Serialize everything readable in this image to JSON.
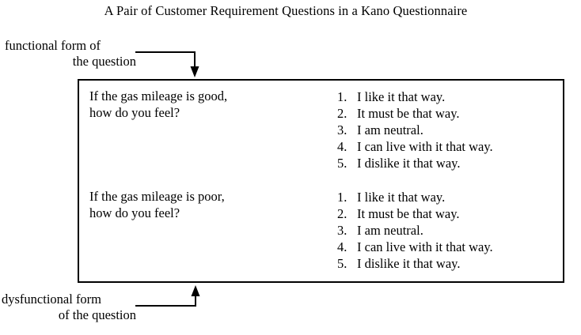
{
  "figure": {
    "title": "A Pair of Customer Requirement Questions in a Kano Questionnaire"
  },
  "annotations": {
    "functional": {
      "line1": "functional form of",
      "line2": "the question",
      "arrow_direction": "down"
    },
    "dysfunctional": {
      "line1": "dysfunctional form",
      "line2": "of the question",
      "arrow_direction": "up"
    }
  },
  "table": {
    "rows": [
      {
        "question": "If the gas mileage is good,\nhow do you feel?",
        "answers": [
          {
            "num": "1.",
            "text": "I like it that way."
          },
          {
            "num": "2.",
            "text": "It must be that way."
          },
          {
            "num": "3.",
            "text": "I am neutral."
          },
          {
            "num": "4.",
            "text": "I can live with it that way."
          },
          {
            "num": "5.",
            "text": "I dislike it that way."
          }
        ]
      },
      {
        "question": "If the gas mileage is poor,\nhow do you feel?",
        "answers": [
          {
            "num": "1.",
            "text": "I like it that way."
          },
          {
            "num": "2.",
            "text": "It must be that way."
          },
          {
            "num": "3.",
            "text": "I am neutral."
          },
          {
            "num": "4.",
            "text": "I can live with it that way."
          },
          {
            "num": "5.",
            "text": "I dislike it that way."
          }
        ]
      }
    ]
  },
  "colors": {
    "ink": "#000000",
    "background": "#ffffff"
  }
}
